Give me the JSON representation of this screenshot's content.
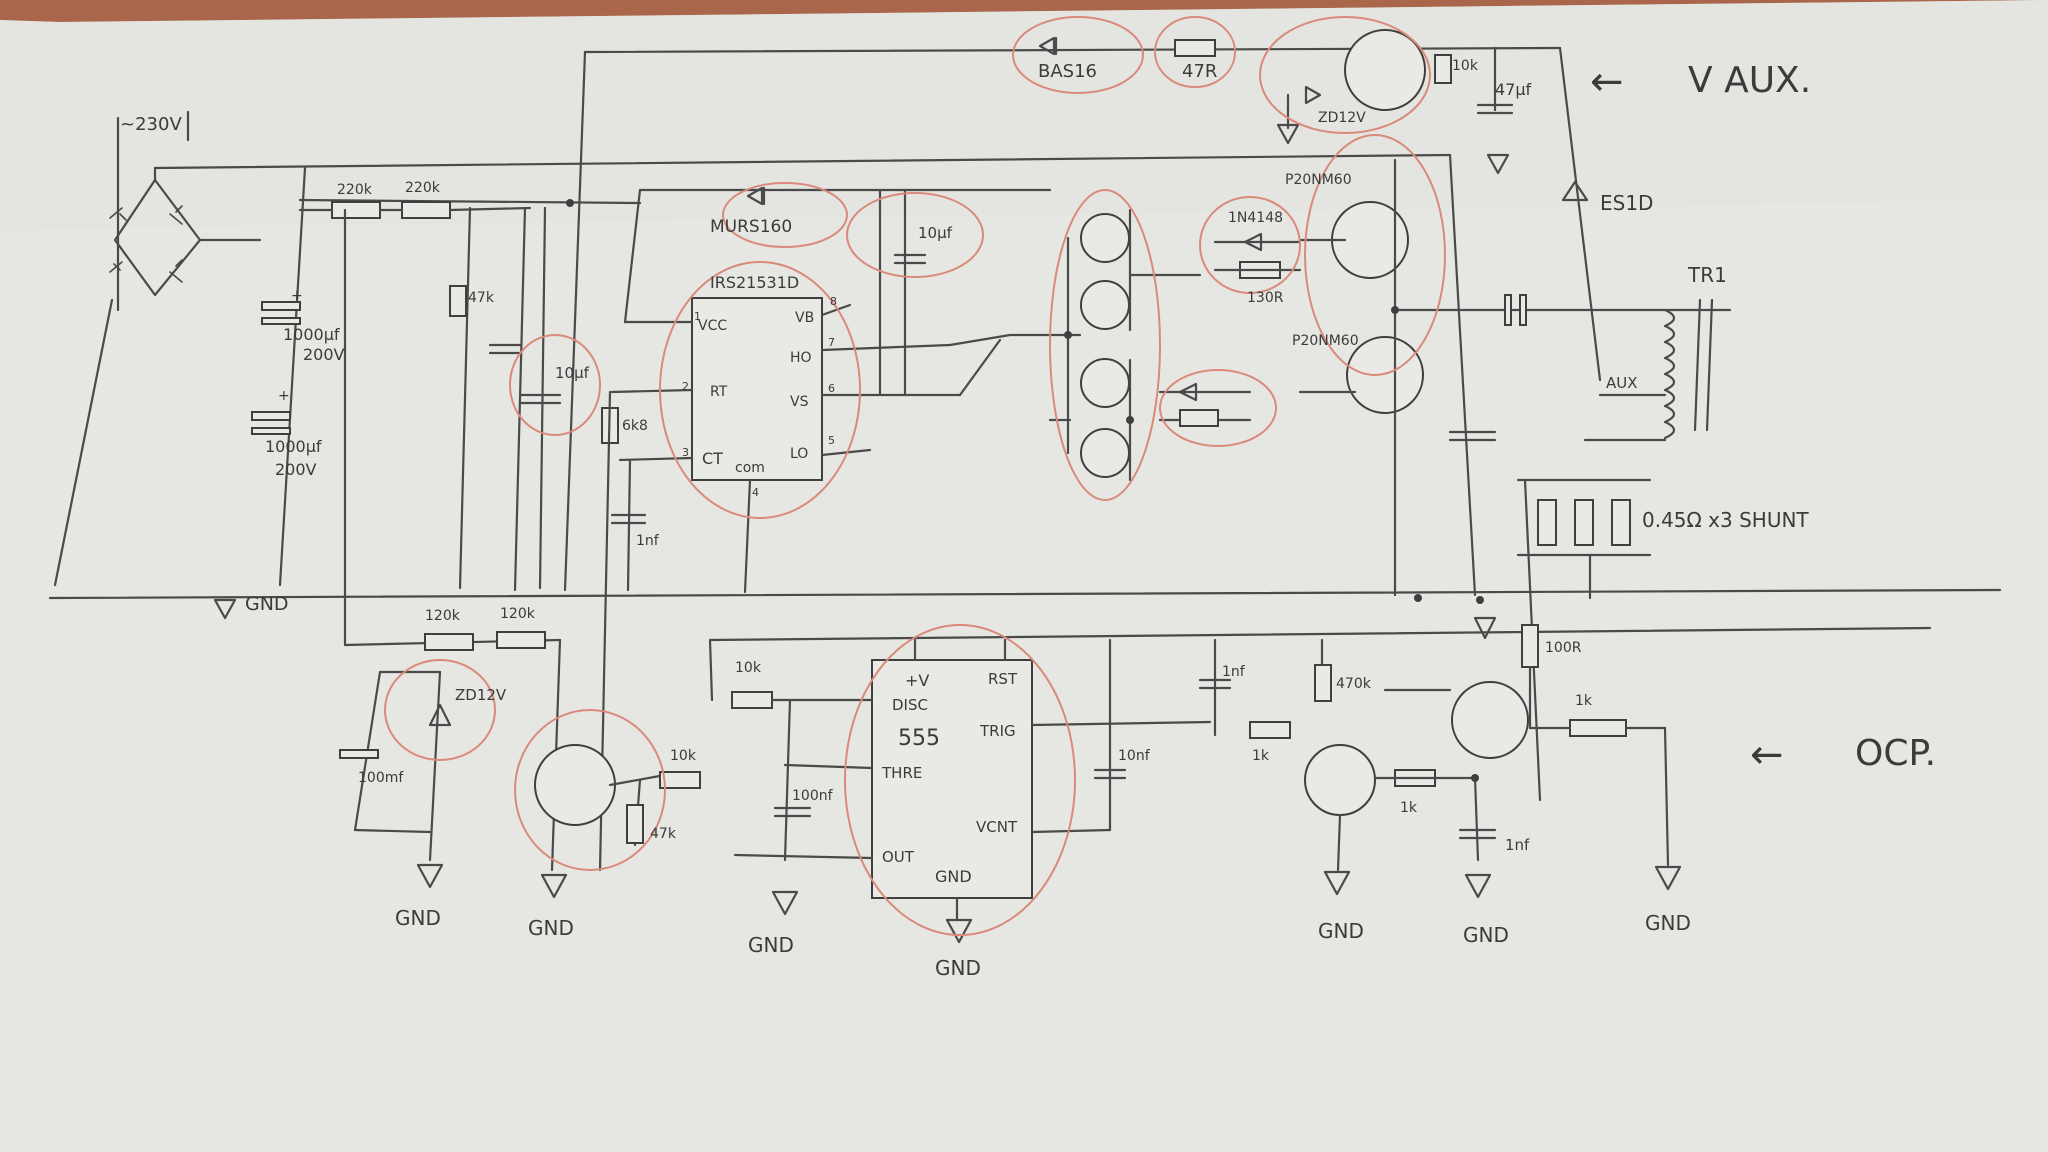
{
  "schematic": {
    "annotations": {
      "mains": "~230V",
      "vaux_arrow": "←",
      "vaux": "V AUX.",
      "ocp_arrow": "←",
      "ocp": "OCP."
    },
    "ic_driver": {
      "name": "IRS21531D",
      "pins": {
        "vcc": "VCC",
        "rt": "RT",
        "ct": "CT",
        "com": "com",
        "vb": "VB",
        "ho": "HO",
        "vs": "VS",
        "lo": "LO"
      },
      "pin_numbers": [
        "1",
        "2",
        "3",
        "4",
        "5",
        "6",
        "7",
        "8"
      ]
    },
    "ic_timer": {
      "name": "555",
      "pins": {
        "vplus": "+V",
        "rst": "RST",
        "disc": "DISC",
        "trig": "TRIG",
        "thre": "THRE",
        "vcnt": "VCNT",
        "out": "OUT",
        "gnd": "GND"
      }
    },
    "components": {
      "r220k_a": "220k",
      "r220k_b": "220k",
      "c1000_a": "1000µf",
      "c1000_a_v": "200V",
      "c1000_b": "1000µf",
      "c1000_b_v": "200V",
      "r47k_top": "47k",
      "c10u_left": "10µf",
      "d_murs": "MURS160",
      "c10u_boot": "10µf",
      "r6k8": "6k8",
      "c1nf_ct": "1nf",
      "d_bas16": "BAS16",
      "r47r": "47R",
      "r10k_vaux": "10k",
      "zd12_vaux": "ZD12V",
      "c47u": "47µf",
      "d_es1d": "ES1D",
      "d_1n4148": "1N4148",
      "r130": "130R",
      "mosfet_hi": "P20NM60",
      "mosfet_lo": "P20NM60",
      "transformer": "TR1",
      "aux": "AUX",
      "shunt": "0.45Ω x3 SHUNT",
      "r120k_a": "120k",
      "r120k_b": "120k",
      "zd12": "ZD12V",
      "c100m": "100mf",
      "r10k_a": "10k",
      "r47k_b": "47k",
      "r10k_b": "10k",
      "c100n": "100nf",
      "c1nf_b": "1nf",
      "r470k": "470k",
      "r1k_a": "1k",
      "c10nf": "10nf",
      "r1k_b": "1k",
      "r100r": "100R",
      "r1k_c": "1k",
      "c1nf_c": "1nf",
      "plus": "+"
    },
    "ground": "GND"
  }
}
